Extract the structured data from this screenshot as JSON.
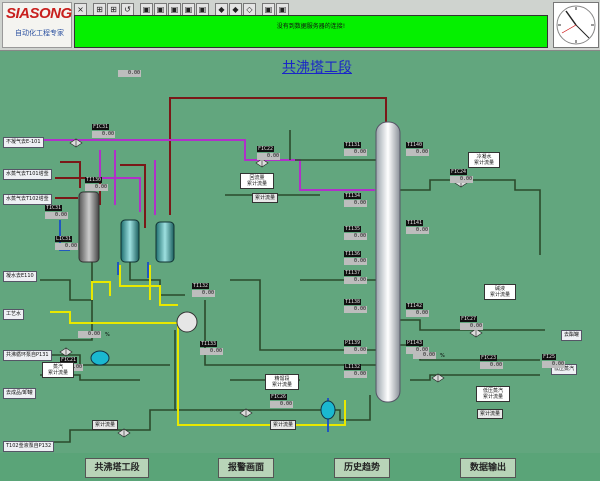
{
  "header": {
    "logo_text": "SIASONG",
    "logo_sub": "自动化工程专家",
    "alarm_message": "没有到数据服务器的连接!",
    "toolbar_buttons": [
      "×",
      "⊞",
      "⊞",
      "↺",
      "▣",
      "▣",
      "▣",
      "▣",
      "▣",
      "◆",
      "◆",
      "◇",
      "▣",
      "▣"
    ]
  },
  "page_title": "共沸塔工段",
  "top_readout": "0.00",
  "streams": {
    "s1": "不凝气去E-101",
    "s2": "水蒸气去T101塔釜",
    "s3": "水蒸气去T102塔釜",
    "s4": "凝水去E110",
    "s5": "工艺水",
    "s6": "共沸循环泵自P131",
    "s7": "去成品/卸罐",
    "s8": "T102釜液泵自P132",
    "s9": "去酯罐",
    "s10": "低压蒸汽"
  },
  "tags": [
    {
      "t": "FIC31",
      "v": "0.00"
    },
    {
      "t": "TI130",
      "v": "0.00"
    },
    {
      "t": "TIC31",
      "v": "0.00"
    },
    {
      "t": "LIC31",
      "v": "0.00"
    },
    {
      "t": "FIC22",
      "v": "0.00"
    },
    {
      "t": "TI131",
      "v": "0.00"
    },
    {
      "t": "TI134",
      "v": "0.00"
    },
    {
      "t": "TI135",
      "v": "0.00"
    },
    {
      "t": "TI136",
      "v": "0.00"
    },
    {
      "t": "TI137",
      "v": "0.00"
    },
    {
      "t": "TI138",
      "v": "0.00"
    },
    {
      "t": "PI139",
      "v": "0.00"
    },
    {
      "t": "LI132",
      "v": "0.00"
    },
    {
      "t": "TI140",
      "v": "0.00"
    },
    {
      "t": "FIC24",
      "v": "0.00"
    },
    {
      "t": "FIC27",
      "v": "0.00"
    },
    {
      "t": "FIC23",
      "v": "0.00"
    },
    {
      "t": "FIC21",
      "v": "0.00"
    },
    {
      "t": "FIC26",
      "v": "0.00"
    },
    {
      "t": "TI141",
      "v": "0.00"
    },
    {
      "t": "TI142",
      "v": "0.00"
    },
    {
      "t": "PI143",
      "v": "0.00"
    },
    {
      "t": "FI25",
      "v": "0.00"
    },
    {
      "t": "TI132",
      "v": "0.00"
    },
    {
      "t": "TI133",
      "v": "0.00"
    }
  ],
  "percent": "0.00",
  "pct_unit": "%",
  "box_labels": {
    "b1": "回流量\n累计流量",
    "b2": "累计流量",
    "b3": "冷凝水\n累计流量",
    "b4": "碱液\n累计流量",
    "b5": "精馏段\n累计流量",
    "b6": "蒸汽\n累计流量",
    "b7": "低压蒸汽\n累计流量",
    "b8": "累计流量",
    "b9": "累计流量",
    "b10": "累计流量"
  },
  "nav": {
    "b1": "共沸塔工段",
    "b2": "报警画面",
    "b3": "历史趋势",
    "b4": "数据输出"
  }
}
